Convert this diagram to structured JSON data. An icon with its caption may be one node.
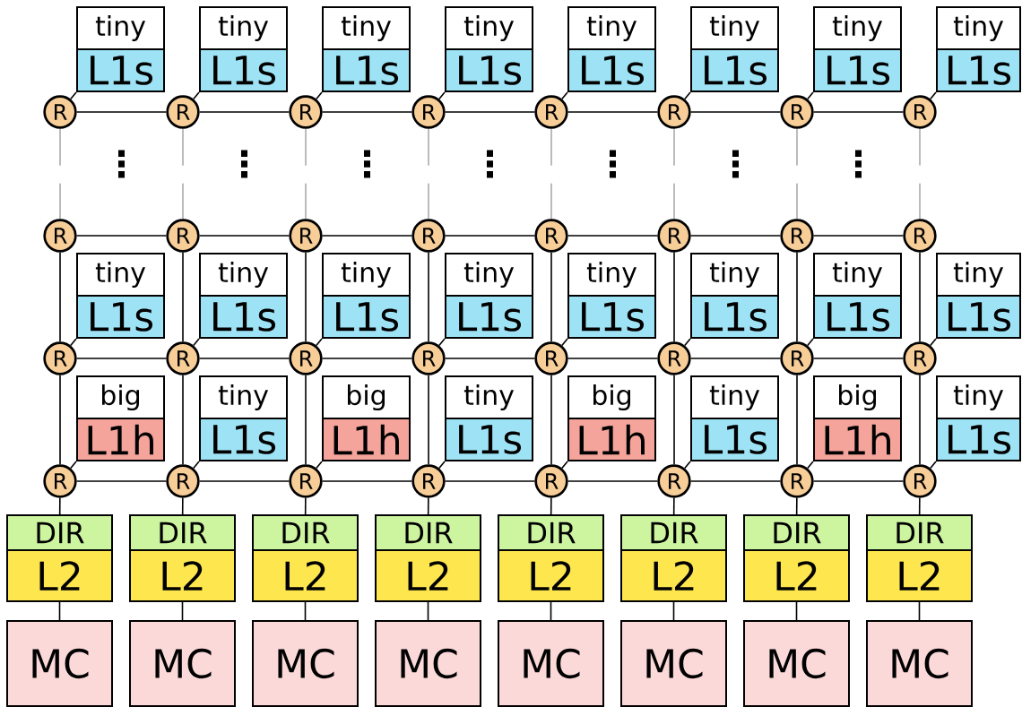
{
  "diagram": {
    "nodes": [
      {
        "text": [
          "tiny"
        ]
      },
      {
        "text": [
          "L1s"
        ]
      },
      {
        "text": [
          "tiny"
        ]
      },
      {
        "text": [
          "L1s"
        ]
      },
      {
        "text": [
          "tiny"
        ]
      },
      {
        "text": [
          "L1s"
        ]
      },
      {
        "text": [
          "tiny"
        ]
      },
      {
        "text": [
          "L1s"
        ]
      },
      {
        "text": [
          "tiny"
        ]
      },
      {
        "text": [
          "L1s"
        ]
      },
      {
        "text": [
          "tiny"
        ]
      },
      {
        "text": [
          "L1s"
        ]
      },
      {
        "text": [
          "tiny"
        ]
      },
      {
        "text": [
          "L1s"
        ]
      },
      {
        "text": [
          "tiny"
        ]
      },
      {
        "text": [
          "L1s"
        ]
      },
      {
        "text": [
          "R"
        ]
      },
      {
        "text": [
          "R"
        ]
      },
      {
        "text": [
          "R"
        ]
      },
      {
        "text": [
          "R"
        ]
      },
      {
        "text": [
          "R"
        ]
      },
      {
        "text": [
          "R"
        ]
      },
      {
        "text": [
          "R"
        ]
      },
      {
        "text": [
          "R"
        ]
      },
      {
        "text": [
          "R"
        ]
      },
      {
        "text": [
          "R"
        ]
      },
      {
        "text": [
          "R"
        ]
      },
      {
        "text": [
          "R"
        ]
      },
      {
        "text": [
          "R"
        ]
      },
      {
        "text": [
          "R"
        ]
      },
      {
        "text": [
          "R"
        ]
      },
      {
        "text": [
          "R"
        ]
      },
      {
        "text": [
          "tiny"
        ]
      },
      {
        "text": [
          "L1s"
        ]
      },
      {
        "text": [
          "tiny"
        ]
      },
      {
        "text": [
          "L1s"
        ]
      },
      {
        "text": [
          "tiny"
        ]
      },
      {
        "text": [
          "L1s"
        ]
      },
      {
        "text": [
          "tiny"
        ]
      },
      {
        "text": [
          "L1s"
        ]
      },
      {
        "text": [
          "tiny"
        ]
      },
      {
        "text": [
          "L1s"
        ]
      },
      {
        "text": [
          "tiny"
        ]
      },
      {
        "text": [
          "L1s"
        ]
      },
      {
        "text": [
          "tiny"
        ]
      },
      {
        "text": [
          "L1s"
        ]
      },
      {
        "text": [
          "tiny"
        ]
      },
      {
        "text": [
          "L1s"
        ]
      },
      {
        "text": [
          "R"
        ]
      },
      {
        "text": [
          "R"
        ]
      },
      {
        "text": [
          "R"
        ]
      },
      {
        "text": [
          "R"
        ]
      },
      {
        "text": [
          "R"
        ]
      },
      {
        "text": [
          "R"
        ]
      },
      {
        "text": [
          "R"
        ]
      },
      {
        "text": [
          "R"
        ]
      },
      {
        "text": [
          "big"
        ]
      },
      {
        "text": [
          "L1h"
        ]
      },
      {
        "text": [
          "tiny"
        ]
      },
      {
        "text": [
          "L1s"
        ]
      },
      {
        "text": [
          "big"
        ]
      },
      {
        "text": [
          "L1h"
        ]
      },
      {
        "text": [
          "tiny"
        ]
      },
      {
        "text": [
          "L1s"
        ]
      },
      {
        "text": [
          "big"
        ]
      },
      {
        "text": [
          "L1h"
        ]
      },
      {
        "text": [
          "tiny"
        ]
      },
      {
        "text": [
          "L1s"
        ]
      },
      {
        "text": [
          "big"
        ]
      },
      {
        "text": [
          "L1h"
        ]
      },
      {
        "text": [
          "tiny"
        ]
      },
      {
        "text": [
          "L1s"
        ]
      },
      {
        "text": [
          "R"
        ]
      },
      {
        "text": [
          "R"
        ]
      },
      {
        "text": [
          "R"
        ]
      },
      {
        "text": [
          "R"
        ]
      },
      {
        "text": [
          "R"
        ]
      },
      {
        "text": [
          "R"
        ]
      },
      {
        "text": [
          "R"
        ]
      },
      {
        "text": [
          "R"
        ]
      },
      {
        "text": [
          "DIR"
        ]
      },
      {
        "text": [
          "DIR"
        ]
      },
      {
        "text": [
          "DIR"
        ]
      },
      {
        "text": [
          "DIR"
        ]
      },
      {
        "text": [
          "DIR"
        ]
      },
      {
        "text": [
          "DIR"
        ]
      },
      {
        "text": [
          "DIR"
        ]
      },
      {
        "text": [
          "DIR"
        ]
      },
      {
        "text": [
          "L2"
        ]
      },
      {
        "text": [
          "L2"
        ]
      },
      {
        "text": [
          "L2"
        ]
      },
      {
        "text": [
          "L2"
        ]
      },
      {
        "text": [
          "L2"
        ]
      },
      {
        "text": [
          "L2"
        ]
      },
      {
        "text": [
          "L2"
        ]
      },
      {
        "text": [
          "L2"
        ]
      },
      {
        "text": [
          "MC"
        ]
      },
      {
        "text": [
          "MC"
        ]
      },
      {
        "text": [
          "MC"
        ]
      },
      {
        "text": [
          "MC"
        ]
      },
      {
        "text": [
          "MC"
        ]
      },
      {
        "text": [
          "MC"
        ]
      },
      {
        "text": [
          "MC"
        ]
      },
      {
        "text": [
          "MC"
        ]
      }
    ],
    "edges": [
      {
        "from": 16,
        "to": 17,
        "arrow": "none"
      },
      {
        "from": 17,
        "to": 18,
        "arrow": "none"
      },
      {
        "from": 18,
        "to": 19,
        "arrow": "none"
      },
      {
        "from": 19,
        "to": 20,
        "arrow": "none"
      },
      {
        "from": 20,
        "to": 21,
        "arrow": "none"
      },
      {
        "from": 21,
        "to": 22,
        "arrow": "none"
      },
      {
        "from": 22,
        "to": 23,
        "arrow": "none"
      },
      {
        "from": 24,
        "to": 25,
        "arrow": "none"
      },
      {
        "from": 25,
        "to": 26,
        "arrow": "none"
      },
      {
        "from": 26,
        "to": 27,
        "arrow": "none"
      },
      {
        "from": 27,
        "to": 28,
        "arrow": "none"
      },
      {
        "from": 28,
        "to": 29,
        "arrow": "none"
      },
      {
        "from": 29,
        "to": 30,
        "arrow": "none"
      },
      {
        "from": 30,
        "to": 31,
        "arrow": "none"
      },
      {
        "from": 48,
        "to": 49,
        "arrow": "none"
      },
      {
        "from": 49,
        "to": 50,
        "arrow": "none"
      },
      {
        "from": 50,
        "to": 51,
        "arrow": "none"
      },
      {
        "from": 51,
        "to": 52,
        "arrow": "none"
      },
      {
        "from": 52,
        "to": 53,
        "arrow": "none"
      },
      {
        "from": 53,
        "to": 54,
        "arrow": "none"
      },
      {
        "from": 54,
        "to": 55,
        "arrow": "none"
      },
      {
        "from": 72,
        "to": 73,
        "arrow": "none"
      },
      {
        "from": 73,
        "to": 74,
        "arrow": "none"
      },
      {
        "from": 74,
        "to": 75,
        "arrow": "none"
      },
      {
        "from": 75,
        "to": 76,
        "arrow": "none"
      },
      {
        "from": 76,
        "to": 77,
        "arrow": "none"
      },
      {
        "from": 77,
        "to": 78,
        "arrow": "none"
      },
      {
        "from": 78,
        "to": 79,
        "arrow": "none"
      },
      {
        "from": 16,
        "to": 24,
        "arrow": "none",
        "style": "dashed"
      },
      {
        "from": 17,
        "to": 25,
        "arrow": "none",
        "style": "dashed"
      },
      {
        "from": 18,
        "to": 26,
        "arrow": "none",
        "style": "dashed"
      },
      {
        "from": 19,
        "to": 27,
        "arrow": "none",
        "style": "dashed"
      },
      {
        "from": 20,
        "to": 28,
        "arrow": "none",
        "style": "dashed"
      },
      {
        "from": 21,
        "to": 29,
        "arrow": "none",
        "style": "dashed"
      },
      {
        "from": 22,
        "to": 30,
        "arrow": "none",
        "style": "dashed"
      },
      {
        "from": 23,
        "to": 31,
        "arrow": "none",
        "style": "dashed"
      },
      {
        "from": 24,
        "to": 48,
        "arrow": "none"
      },
      {
        "from": 25,
        "to": 49,
        "arrow": "none"
      },
      {
        "from": 26,
        "to": 50,
        "arrow": "none"
      },
      {
        "from": 27,
        "to": 51,
        "arrow": "none"
      },
      {
        "from": 28,
        "to": 52,
        "arrow": "none"
      },
      {
        "from": 29,
        "to": 53,
        "arrow": "none"
      },
      {
        "from": 30,
        "to": 54,
        "arrow": "none"
      },
      {
        "from": 31,
        "to": 55,
        "arrow": "none"
      },
      {
        "from": 48,
        "to": 72,
        "arrow": "none"
      },
      {
        "from": 49,
        "to": 73,
        "arrow": "none"
      },
      {
        "from": 50,
        "to": 74,
        "arrow": "none"
      },
      {
        "from": 51,
        "to": 75,
        "arrow": "none"
      },
      {
        "from": 52,
        "to": 76,
        "arrow": "none"
      },
      {
        "from": 53,
        "to": 77,
        "arrow": "none"
      },
      {
        "from": 54,
        "to": 78,
        "arrow": "none"
      },
      {
        "from": 55,
        "to": 79,
        "arrow": "none"
      },
      {
        "from": 1,
        "to": 16,
        "arrow": "none"
      },
      {
        "from": 3,
        "to": 17,
        "arrow": "none"
      },
      {
        "from": 5,
        "to": 18,
        "arrow": "none"
      },
      {
        "from": 7,
        "to": 19,
        "arrow": "none"
      },
      {
        "from": 9,
        "to": 20,
        "arrow": "none"
      },
      {
        "from": 11,
        "to": 21,
        "arrow": "none"
      },
      {
        "from": 13,
        "to": 22,
        "arrow": "none"
      },
      {
        "from": 15,
        "to": 23,
        "arrow": "none"
      },
      {
        "from": 33,
        "to": 48,
        "arrow": "none"
      },
      {
        "from": 35,
        "to": 49,
        "arrow": "none"
      },
      {
        "from": 37,
        "to": 50,
        "arrow": "none"
      },
      {
        "from": 39,
        "to": 51,
        "arrow": "none"
      },
      {
        "from": 41,
        "to": 52,
        "arrow": "none"
      },
      {
        "from": 43,
        "to": 53,
        "arrow": "none"
      },
      {
        "from": 45,
        "to": 54,
        "arrow": "none"
      },
      {
        "from": 47,
        "to": 55,
        "arrow": "none"
      },
      {
        "from": 57,
        "to": 72,
        "arrow": "none"
      },
      {
        "from": 59,
        "to": 73,
        "arrow": "none"
      },
      {
        "from": 61,
        "to": 74,
        "arrow": "none"
      },
      {
        "from": 63,
        "to": 75,
        "arrow": "none"
      },
      {
        "from": 65,
        "to": 76,
        "arrow": "none"
      },
      {
        "from": 67,
        "to": 77,
        "arrow": "none"
      },
      {
        "from": 69,
        "to": 78,
        "arrow": "none"
      },
      {
        "from": 71,
        "to": 79,
        "arrow": "none"
      },
      {
        "from": 72,
        "to": 80,
        "arrow": "none"
      },
      {
        "from": 73,
        "to": 81,
        "arrow": "none"
      },
      {
        "from": 74,
        "to": 82,
        "arrow": "none"
      },
      {
        "from": 75,
        "to": 83,
        "arrow": "none"
      },
      {
        "from": 76,
        "to": 84,
        "arrow": "none"
      },
      {
        "from": 77,
        "to": 85,
        "arrow": "none"
      },
      {
        "from": 78,
        "to": 86,
        "arrow": "none"
      },
      {
        "from": 79,
        "to": 87,
        "arrow": "none"
      },
      {
        "from": 88,
        "to": 96,
        "arrow": "none"
      },
      {
        "from": 89,
        "to": 97,
        "arrow": "none"
      },
      {
        "from": 90,
        "to": 98,
        "arrow": "none"
      },
      {
        "from": 91,
        "to": 99,
        "arrow": "none"
      },
      {
        "from": 92,
        "to": 100,
        "arrow": "none"
      },
      {
        "from": 93,
        "to": 101,
        "arrow": "none"
      },
      {
        "from": 94,
        "to": 102,
        "arrow": "none"
      },
      {
        "from": 95,
        "to": 103,
        "arrow": "none"
      }
    ],
    "labels": [
      "⋮",
      "⋮",
      "⋮",
      "⋮",
      "⋮",
      "⋮",
      "⋮"
    ]
  }
}
